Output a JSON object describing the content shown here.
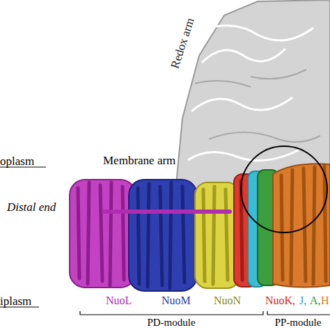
{
  "diagram": {
    "labels": [
      "Redox arm",
      "oplasm",
      "Membrane arm",
      "Distal end",
      "iplasm",
      "NuoL",
      "NuoM",
      "NuoN",
      "NuoK,",
      "J,",
      "A,",
      "H",
      "PD-module",
      "PP-module"
    ]
  }
}
